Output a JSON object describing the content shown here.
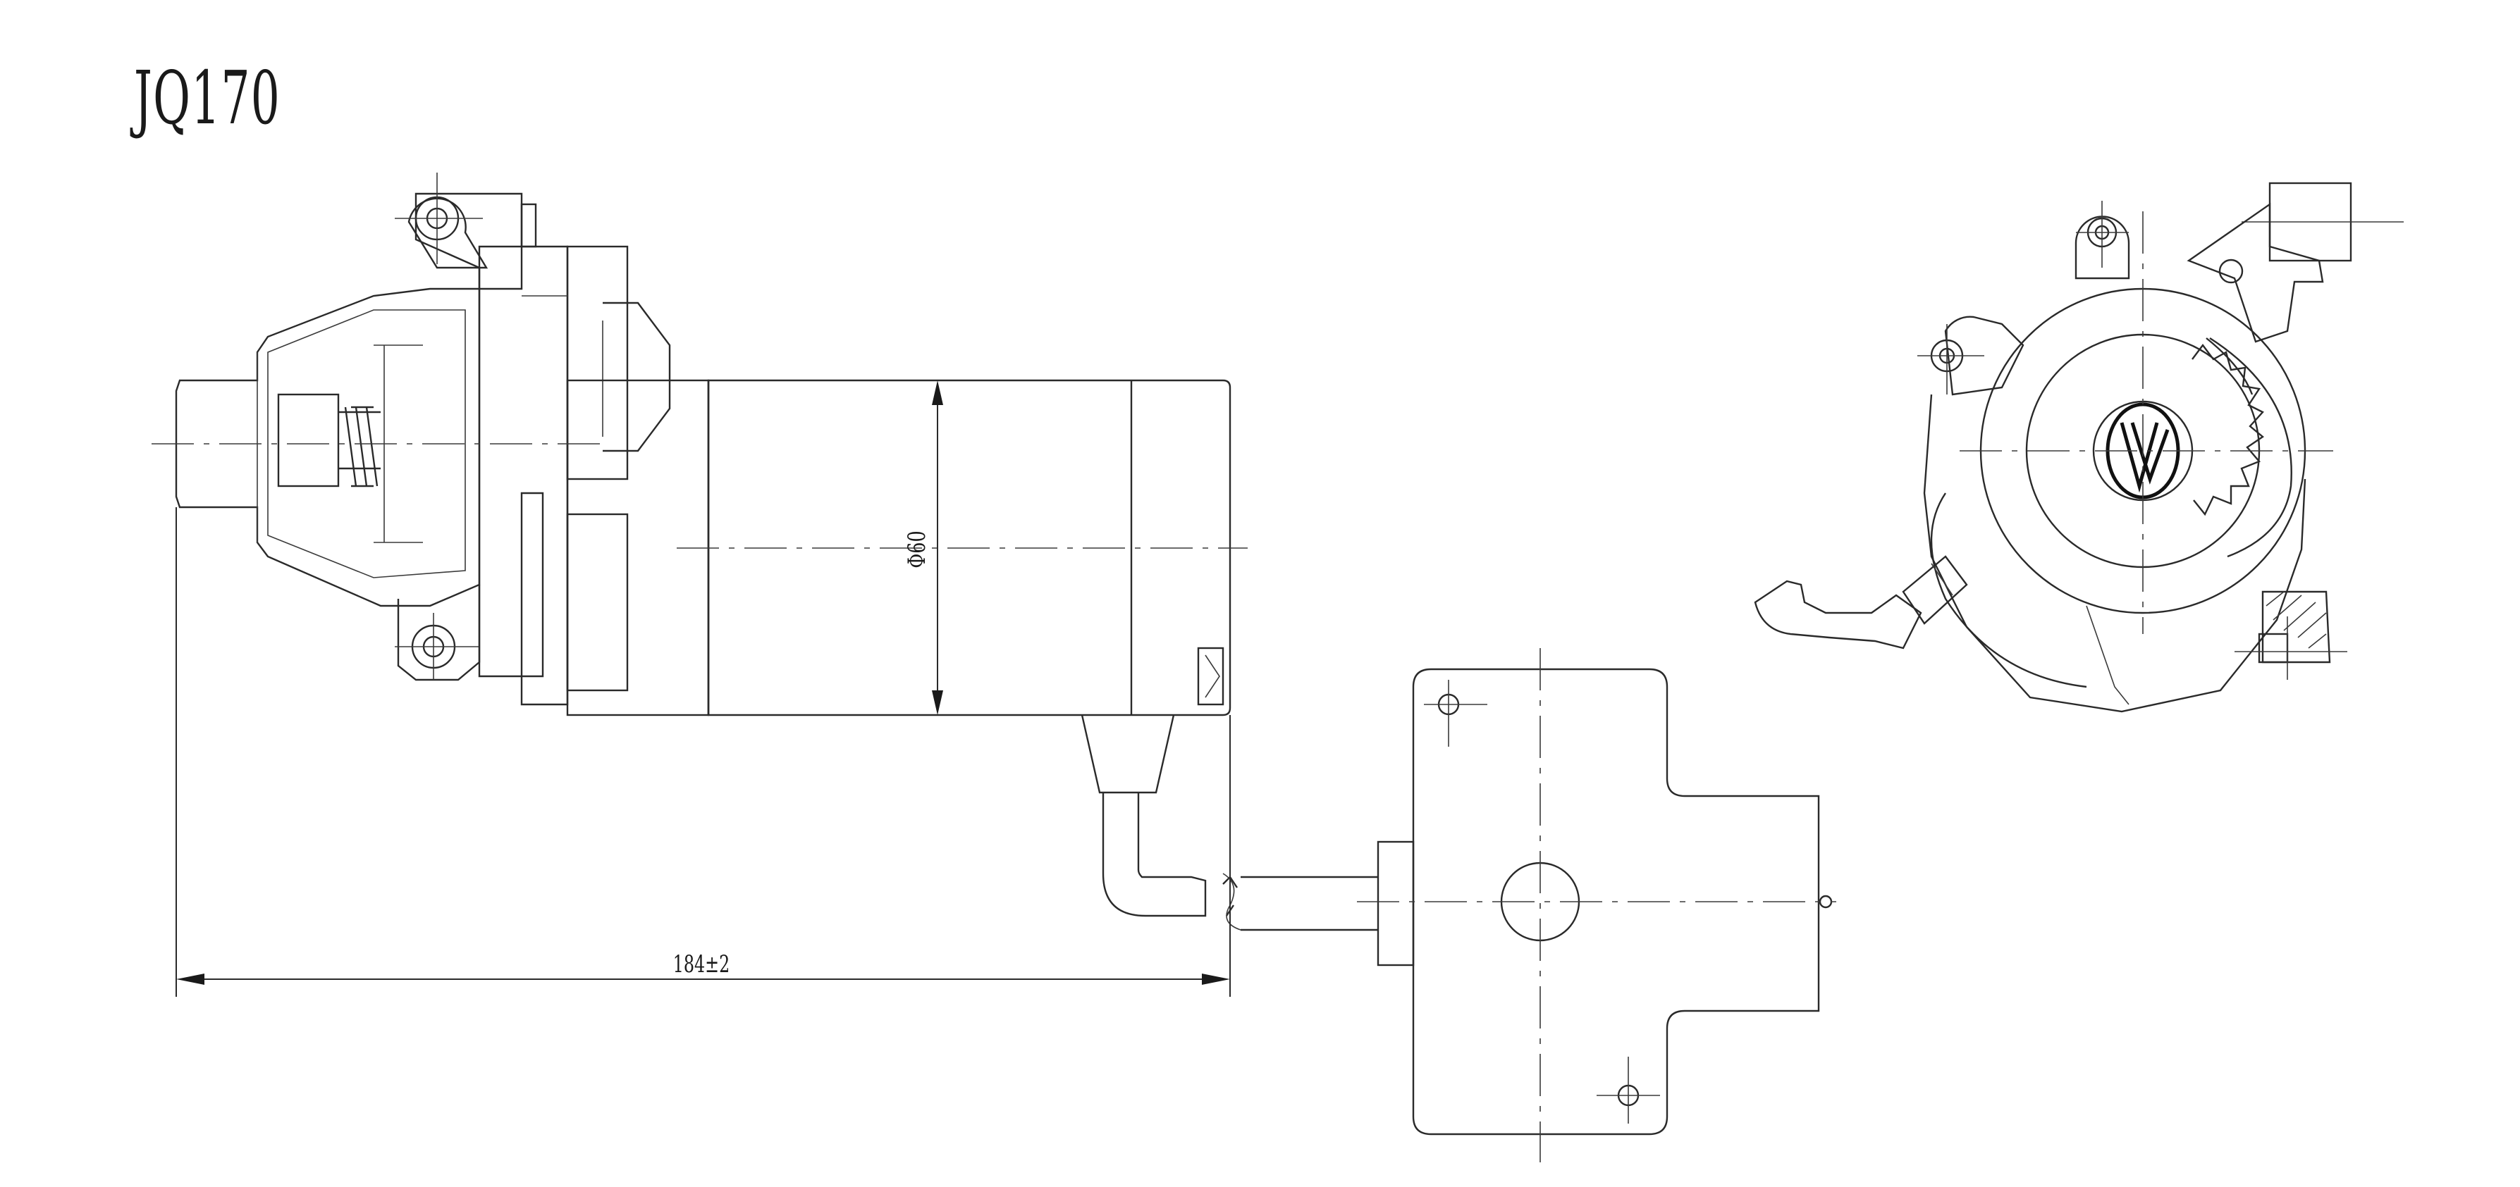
{
  "drawing": {
    "model": "JQ170",
    "dimensions": {
      "diameter": "Φ60",
      "length": "184±2"
    }
  }
}
